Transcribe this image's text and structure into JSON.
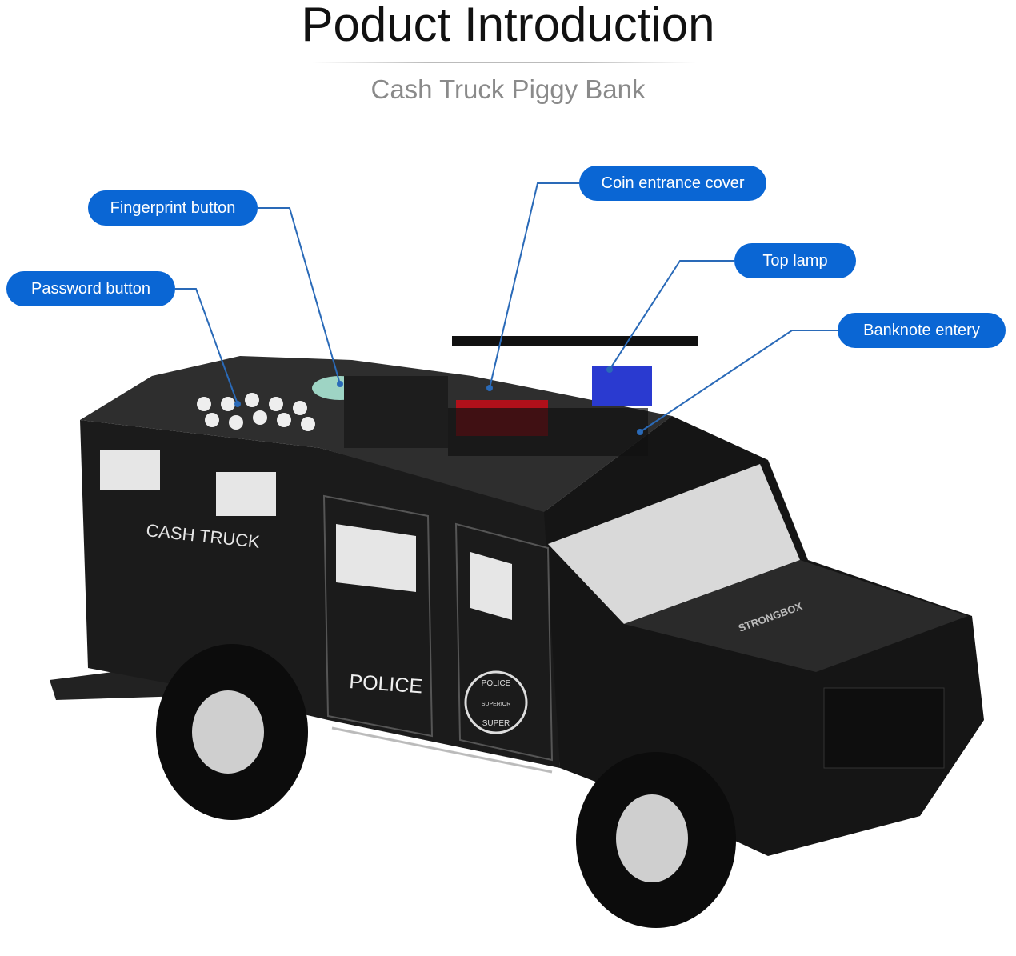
{
  "header": {
    "title": "Poduct Introduction",
    "subtitle": "Cash Truck Piggy Bank"
  },
  "callouts": [
    {
      "label": "Fingerprint button"
    },
    {
      "label": "Password button"
    },
    {
      "label": "Coin entrance cover"
    },
    {
      "label": "Top lamp"
    },
    {
      "label": "Banknote entery"
    }
  ],
  "truck": {
    "side_text": "CASH TRUCK",
    "door_text": "POLICE",
    "hood_text": "STRONGBOX",
    "badge_top": "POLICE",
    "badge_mid": "SUPERIOR",
    "badge_bottom": "SUPER"
  },
  "colors": {
    "callout": "#0a66d4",
    "leader_line": "#2a6ab8",
    "truck_body": "#1a1a1a"
  }
}
